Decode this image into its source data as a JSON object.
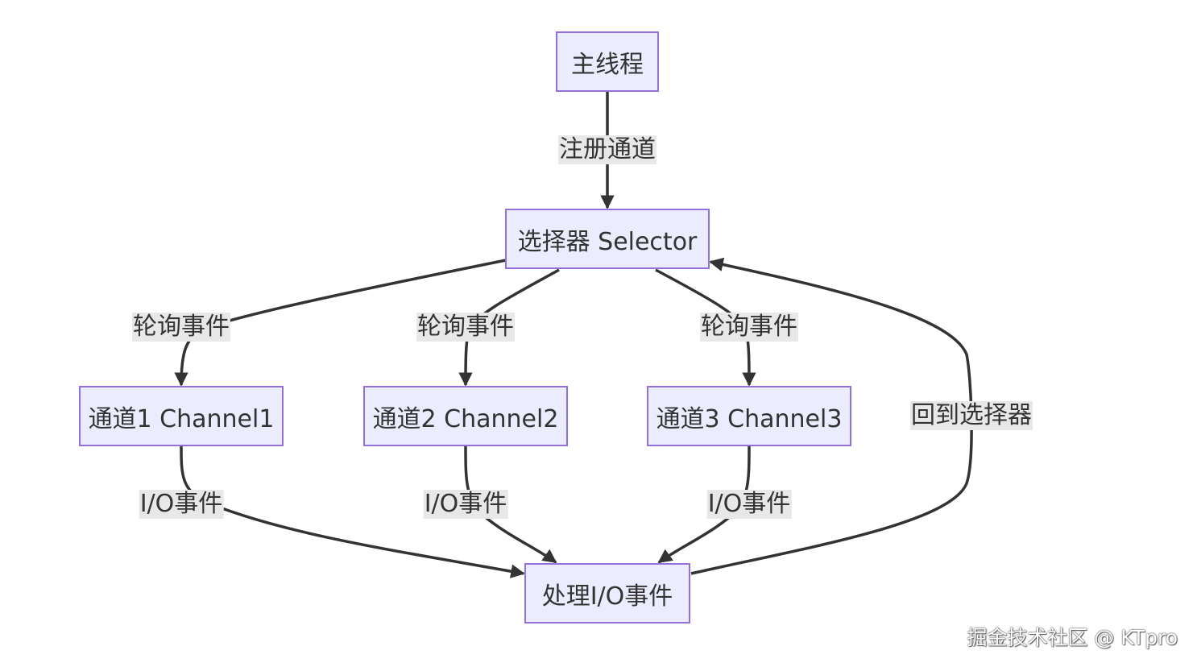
{
  "nodes": {
    "main_thread": "主线程",
    "selector": "选择器 Selector",
    "channel1": "通道1 Channel1",
    "channel2": "通道2 Channel2",
    "channel3": "通道3 Channel3",
    "process_io": "处理I/O事件"
  },
  "edges": {
    "register": "注册通道",
    "poll1": "轮询事件",
    "poll2": "轮询事件",
    "poll3": "轮询事件",
    "io1": "I/O事件",
    "io2": "I/O事件",
    "io3": "I/O事件",
    "back_to_selector": "回到选择器"
  },
  "watermark": "掘金技术社区 @ KTpro",
  "colors": {
    "node_fill": "#ECECFF",
    "node_border": "#9370DB",
    "edge": "#333333",
    "edge_label_bg": "#e8e8e8"
  }
}
